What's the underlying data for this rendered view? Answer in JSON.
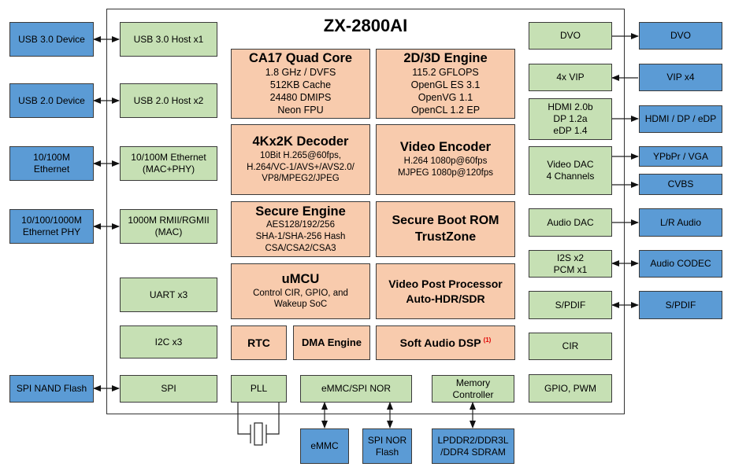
{
  "title": "ZX-2800AI",
  "colors": {
    "internal_peripheral": "#c6e0b4",
    "external_device": "#5b9bd5",
    "core_block": "#f8cbad",
    "note_marker": "#e00000"
  },
  "left_external": [
    {
      "id": "usb3-device",
      "label": "USB 3.0 Device"
    },
    {
      "id": "usb2-device",
      "label": "USB 2.0 Device"
    },
    {
      "id": "eth100-device",
      "lines": [
        "10/100M",
        "Ethernet"
      ]
    },
    {
      "id": "eth1000-phy",
      "lines": [
        "10/100/1000M",
        "Ethernet PHY"
      ]
    },
    {
      "id": "spi-nand",
      "label": "SPI NAND Flash"
    }
  ],
  "left_internal": [
    {
      "id": "usb3-host",
      "label": "USB 3.0 Host x1"
    },
    {
      "id": "usb2-host",
      "label": "USB 2.0 Host x2"
    },
    {
      "id": "eth100-mac",
      "lines": [
        "10/100M Ethernet",
        "(MAC+PHY)"
      ]
    },
    {
      "id": "rgmii-mac",
      "lines": [
        "1000M RMII/RGMII",
        "(MAC)"
      ]
    },
    {
      "id": "uart",
      "label": "UART x3"
    },
    {
      "id": "i2c",
      "label": "I2C x3"
    },
    {
      "id": "spi",
      "label": "SPI"
    }
  ],
  "core": {
    "cpu": {
      "heading": "CA17 Quad Core",
      "lines": [
        "1.8 GHz / DVFS",
        "512KB Cache",
        "24480 DMIPS",
        "Neon FPU"
      ]
    },
    "gpu": {
      "heading": "2D/3D Engine",
      "lines": [
        "115.2 GFLOPS",
        "OpenGL ES 3.1",
        "OpenVG 1.1",
        "OpenCL 1.2 EP"
      ]
    },
    "decoder": {
      "heading": "4Kx2K Decoder",
      "lines": [
        "10Bit H.265@60fps,",
        "H.264/VC-1/AVS+/AVS2.0/",
        "VP8/MPEG2/JPEG"
      ]
    },
    "encoder": {
      "heading": "Video Encoder",
      "lines": [
        "H.264 1080p@60fps",
        "MJPEG 1080p@120fps"
      ]
    },
    "secure_engine": {
      "heading": "Secure Engine",
      "lines": [
        "AES128/192/256",
        "SHA-1/SHA-256 Hash",
        "CSA/CSA2/CSA3"
      ]
    },
    "secure_boot": {
      "lines": [
        "Secure Boot ROM",
        "TrustZone"
      ]
    },
    "umcu": {
      "heading": "uMCU",
      "lines": [
        "Control CIR, GPIO, and",
        "Wakeup SoC"
      ]
    },
    "vpp": {
      "lines": [
        "Video Post Processor",
        "Auto-HDR/SDR"
      ]
    },
    "rtc": {
      "label": "RTC"
    },
    "dma": {
      "label": "DMA Engine"
    },
    "audio_dsp": {
      "label": "Soft Audio DSP",
      "note": "(1)"
    }
  },
  "bottom_internal": [
    {
      "id": "pll",
      "label": "PLL"
    },
    {
      "id": "emmc-spinor",
      "label": "eMMC/SPI NOR"
    },
    {
      "id": "mem-ctrl",
      "lines": [
        "Memory",
        "Controller"
      ]
    }
  ],
  "bottom_external": [
    {
      "id": "emmc",
      "label": "eMMC"
    },
    {
      "id": "spi-nor",
      "lines": [
        "SPI NOR",
        "Flash"
      ]
    },
    {
      "id": "sdram",
      "lines": [
        "LPDDR2/DDR3L",
        "/DDR4 SDRAM"
      ]
    }
  ],
  "right_internal": [
    {
      "id": "dvo-int",
      "label": "DVO"
    },
    {
      "id": "vip-int",
      "label": "4x VIP"
    },
    {
      "id": "hdmi-int",
      "lines": [
        "HDMI 2.0b",
        "DP 1.2a",
        "eDP 1.4"
      ]
    },
    {
      "id": "vdac",
      "lines": [
        "Video DAC",
        "4 Channels"
      ]
    },
    {
      "id": "adac",
      "label": "Audio DAC"
    },
    {
      "id": "i2s",
      "lines": [
        "I2S x2",
        "PCM x1"
      ]
    },
    {
      "id": "spdif-int",
      "label": "S/PDIF"
    },
    {
      "id": "cir",
      "label": "CIR"
    },
    {
      "id": "gpio",
      "label": "GPIO, PWM"
    }
  ],
  "right_external": [
    {
      "id": "dvo-ext",
      "label": "DVO"
    },
    {
      "id": "vip-ext",
      "label": "VIP x4"
    },
    {
      "id": "hdmi-ext",
      "label": "HDMI / DP / eDP"
    },
    {
      "id": "ypbpr",
      "label": "YPbPr / VGA"
    },
    {
      "id": "cvbs",
      "label": "CVBS"
    },
    {
      "id": "lr-audio",
      "label": "L/R Audio"
    },
    {
      "id": "codec",
      "label": "Audio CODEC"
    },
    {
      "id": "spdif-ext",
      "label": "S/PDIF"
    }
  ]
}
